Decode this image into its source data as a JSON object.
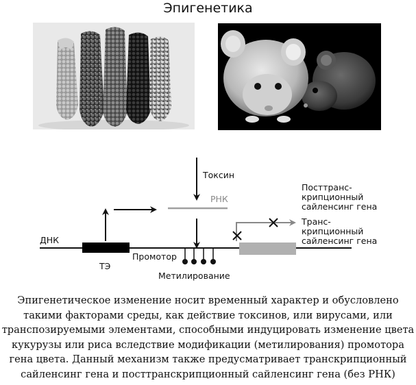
{
  "title": "Эпигенетика",
  "images": {
    "corn": {
      "description_icon": "corn-cobs-photo"
    },
    "mice": {
      "description_icon": "two-mice-photo"
    }
  },
  "diagram": {
    "toxin": "Токсин",
    "rna": "РНК",
    "dna": "ДНК",
    "te": "ТЭ",
    "promoter": "Промотор",
    "methylation": "Метилирование",
    "ptgs": [
      "Посттранс-",
      "крипционный",
      "сайленсинг гена"
    ],
    "tgs": [
      "Транс-",
      "крипционный",
      "сайленсинг гена"
    ]
  },
  "caption": [
    "Эпигенетическое изменение носит временный характер и обусловлено",
    "такими факторами среды, как действие токсинов, или вирусами, или",
    "транспозируемыми элементами, способными индуцировать изменение цвета",
    "кукурузы или риса вследствие модификации (метилирования) промотора",
    "гена цвета. Данный механизм также предусматривает транскрипционный",
    "сайленсинг гена и посттранскрипционный сайленсинг гена (без РНК)"
  ]
}
